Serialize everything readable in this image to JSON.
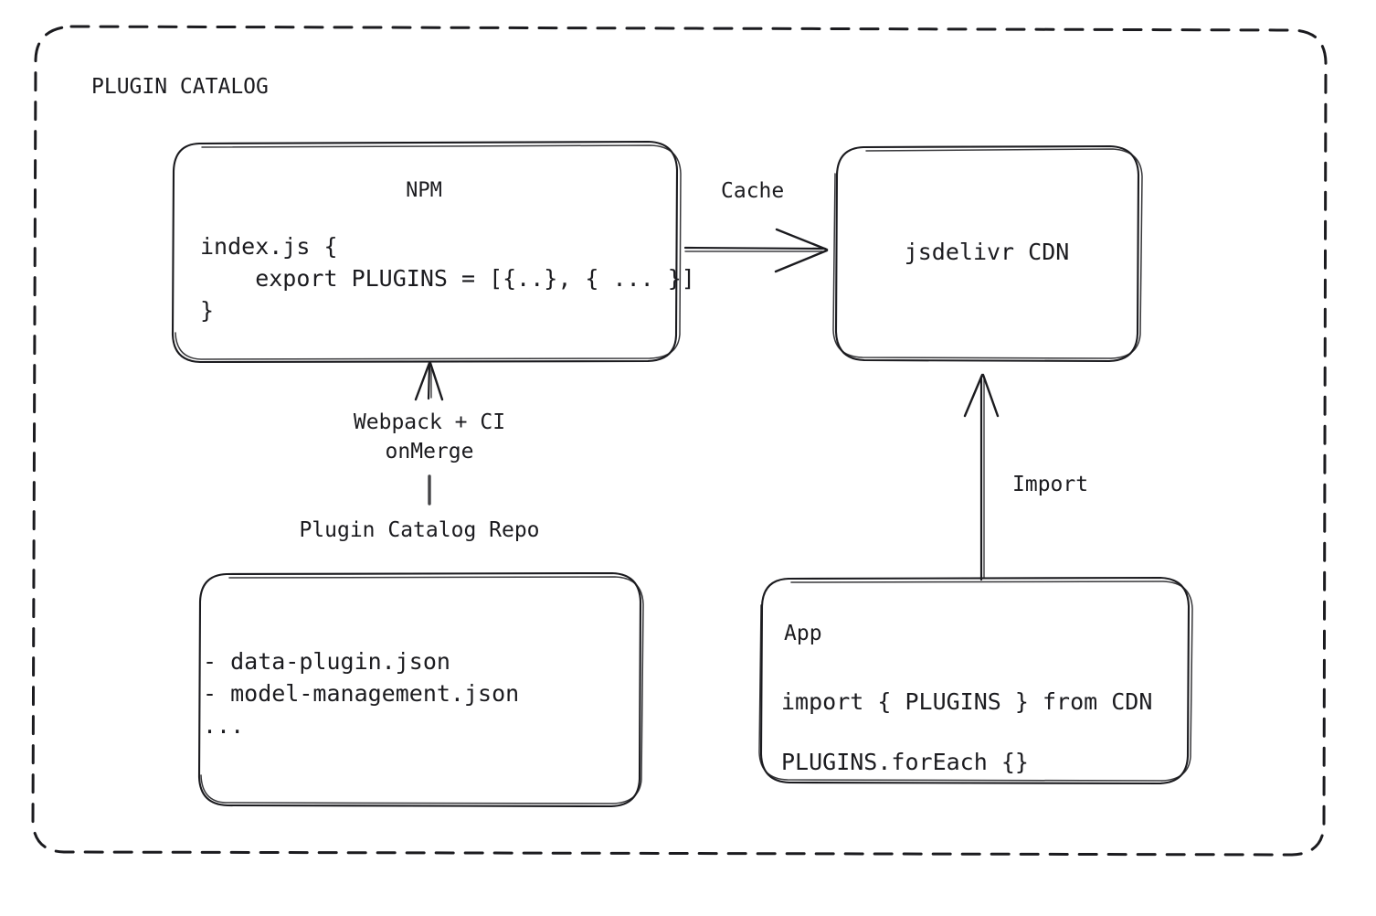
{
  "diagram": {
    "title": "PLUGIN CATALOG",
    "background_color": "#ffffff",
    "stroke_color": "#1b1b1f",
    "nodes": {
      "npm": {
        "title": "NPM",
        "code_lines": [
          "index.js {",
          "    export PLUGINS = [{..}, { ... }]",
          "}"
        ],
        "code_block": "index.js {\n    export PLUGINS = [{..}, { ... }]\n}"
      },
      "cdn": {
        "title": "jsdelivr CDN"
      },
      "repo": {
        "caption": "Plugin Catalog Repo",
        "lines": [
          "- data-plugin.json",
          "- model-management.json",
          "..."
        ],
        "lines_block": "- data-plugin.json\n- model-management.json\n..."
      },
      "app": {
        "title": "App",
        "code_lines": [
          "import { PLUGINS } from CDN",
          "PLUGINS.forEach {}"
        ],
        "code_block": "import { PLUGINS } from CDN\nPLUGINS.forEach {}"
      }
    },
    "edges": {
      "npm_to_cdn": {
        "label": "Cache",
        "from": "NPM",
        "to": "jsdelivr CDN",
        "direction": "right"
      },
      "repo_to_npm": {
        "label": "Webpack + CI\nonMerge",
        "label_line1": "Webpack + CI",
        "label_line2": "onMerge",
        "from": "Plugin Catalog Repo",
        "to": "NPM",
        "direction": "up"
      },
      "app_to_cdn": {
        "label": "Import",
        "from": "App",
        "to": "jsdelivr CDN",
        "direction": "up"
      }
    }
  }
}
